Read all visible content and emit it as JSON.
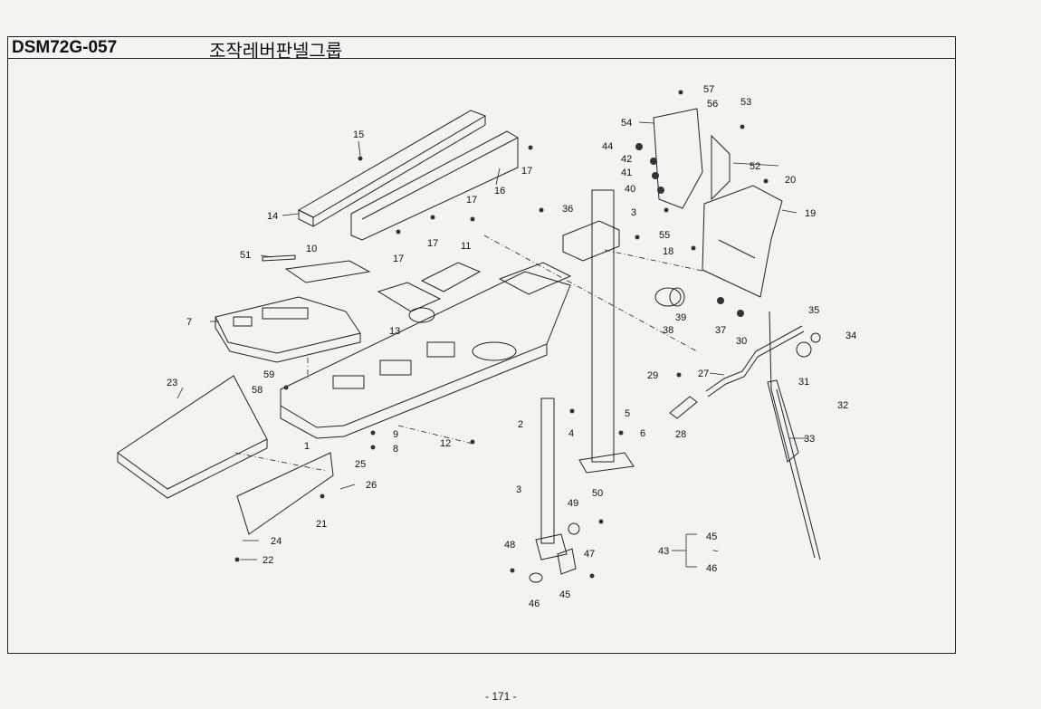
{
  "header": {
    "model_code": "DSM72G-057",
    "group_title": "조작레버판넬그룹"
  },
  "callouts": {
    "c1": "1",
    "c2": "2",
    "c3a": "3",
    "c3b": "3",
    "c4": "4",
    "c5": "5",
    "c6": "6",
    "c7": "7",
    "c8": "8",
    "c9": "9",
    "c10": "10",
    "c11": "11",
    "c12": "12",
    "c13": "13",
    "c14": "14",
    "c15": "15",
    "c16": "16",
    "c17a": "17",
    "c17b": "17",
    "c17c": "17",
    "c17d": "17",
    "c18": "18",
    "c19": "19",
    "c20": "20",
    "c21": "21",
    "c22": "22",
    "c23": "23",
    "c24": "24",
    "c25": "25",
    "c26": "26",
    "c27": "27",
    "c28": "28",
    "c29": "29",
    "c30": "30",
    "c31": "31",
    "c32": "32",
    "c33": "33",
    "c34": "34",
    "c35": "35",
    "c36": "36",
    "c37": "37",
    "c38": "38",
    "c39": "39",
    "c40": "40",
    "c41": "41",
    "c42": "42",
    "c43": "43",
    "c44": "44",
    "c45a": "45",
    "c45b": "45",
    "c46a": "46",
    "c46b": "46",
    "c47": "47",
    "c48": "48",
    "c49": "49",
    "c50": "50",
    "c51": "51",
    "c52": "52",
    "c53": "53",
    "c54": "54",
    "c55": "55",
    "c56": "56",
    "c57": "57",
    "c58": "58",
    "c59": "59"
  },
  "assembly_note": {
    "tilde": "~"
  },
  "footer": {
    "page_number": "- 171 -"
  }
}
